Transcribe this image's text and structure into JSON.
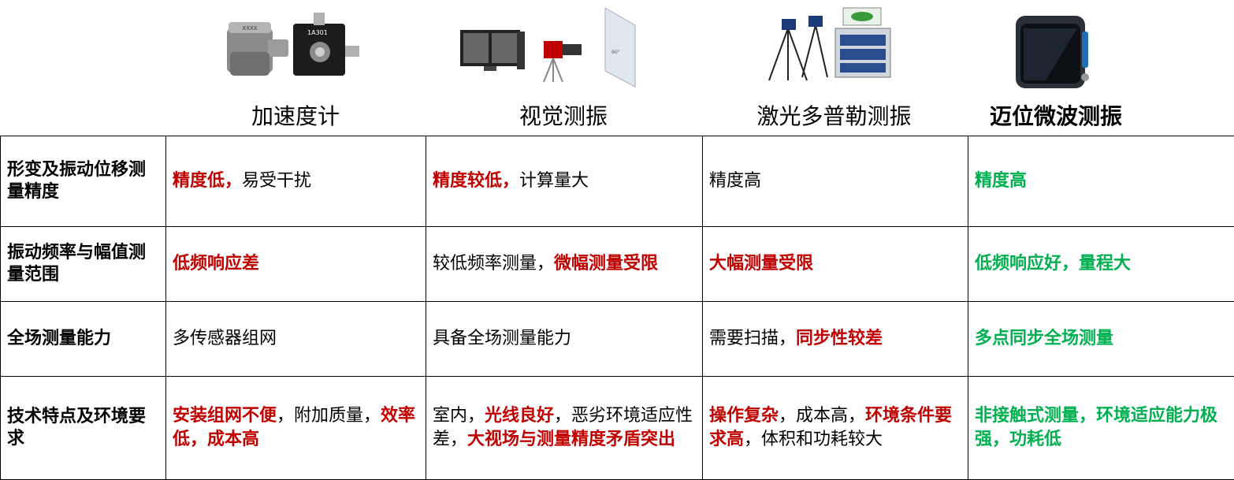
{
  "columns": [
    {
      "title": "加速度计",
      "bold": false
    },
    {
      "title": "视觉测振",
      "bold": false
    },
    {
      "title": "激光多普勒测振",
      "bold": false
    },
    {
      "title": "迈位微波测振",
      "bold": true
    }
  ],
  "images": {
    "sensor1_label": "XXXX",
    "sensor2_label": "1A301",
    "camera_label": "90°"
  },
  "rows": [
    {
      "header": "形变及振动位移测量精度",
      "cells": [
        [
          {
            "t": "精度低，",
            "c": "red"
          },
          {
            "t": "易受干扰",
            "c": "plain"
          }
        ],
        [
          {
            "t": "精度较低，",
            "c": "red"
          },
          {
            "t": "计算量大",
            "c": "plain"
          }
        ],
        [
          {
            "t": "精度高",
            "c": "plain"
          }
        ],
        [
          {
            "t": "精度高",
            "c": "green"
          }
        ]
      ]
    },
    {
      "header": "振动频率与幅值测量范围",
      "cells": [
        [
          {
            "t": "低频响应差",
            "c": "red"
          }
        ],
        [
          {
            "t": "较低频率测量，",
            "c": "plain"
          },
          {
            "t": "微幅测量受限",
            "c": "red"
          }
        ],
        [
          {
            "t": "大幅测量受限",
            "c": "red"
          }
        ],
        [
          {
            "t": "低频响应好，量程大",
            "c": "green"
          }
        ]
      ]
    },
    {
      "header": "全场测量能力",
      "cells": [
        [
          {
            "t": "多传感器组网",
            "c": "plain"
          }
        ],
        [
          {
            "t": "具备全场测量能力",
            "c": "plain"
          }
        ],
        [
          {
            "t": "需要扫描，",
            "c": "plain"
          },
          {
            "t": "同步性较差",
            "c": "red"
          }
        ],
        [
          {
            "t": "多点同步全场测量",
            "c": "green"
          }
        ]
      ]
    },
    {
      "header": "技术特点及环境要求",
      "cells": [
        [
          {
            "t": "安装组网不便",
            "c": "red"
          },
          {
            "t": "，附加质量，",
            "c": "plain"
          },
          {
            "t": "效率低，成本高",
            "c": "red"
          }
        ],
        [
          {
            "t": "室内，",
            "c": "plain"
          },
          {
            "t": "光线良好",
            "c": "red"
          },
          {
            "t": "，恶劣环境适应性差，",
            "c": "plain"
          },
          {
            "t": "大视场与测量精度矛盾突出",
            "c": "red"
          }
        ],
        [
          {
            "t": "操作复杂",
            "c": "red"
          },
          {
            "t": "，成本高，",
            "c": "plain"
          },
          {
            "t": "环境条件要求高",
            "c": "red"
          },
          {
            "t": "，体积和功耗较大",
            "c": "plain"
          }
        ],
        [
          {
            "t": "非接触式测量，环境适应能力极强，功耗低",
            "c": "green"
          }
        ]
      ]
    }
  ]
}
